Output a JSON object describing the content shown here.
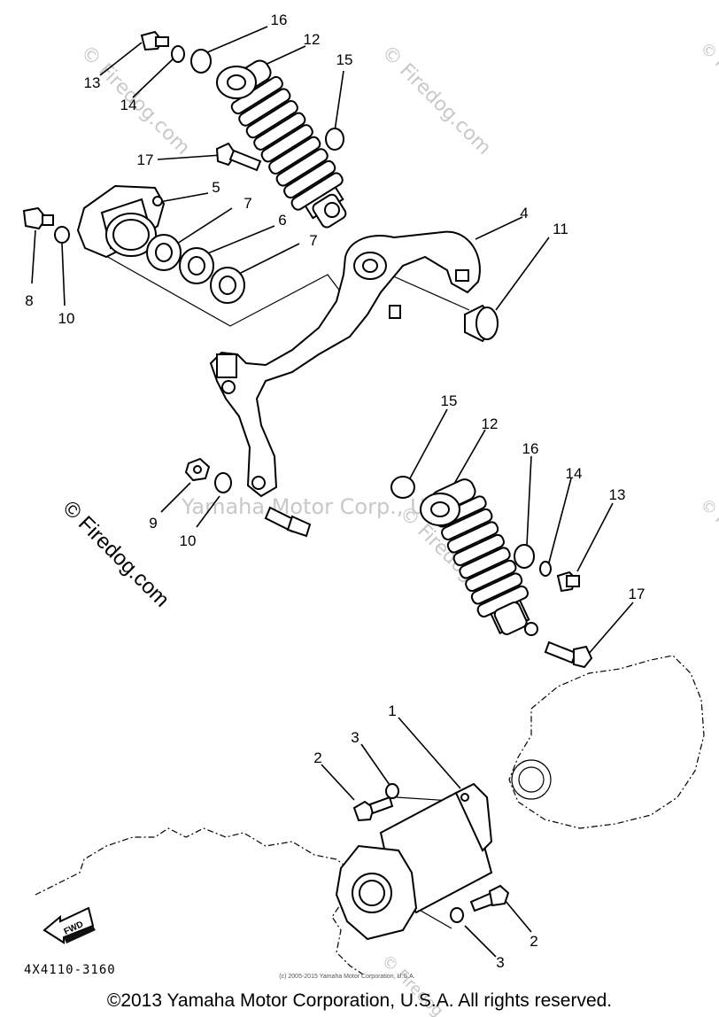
{
  "watermarks": {
    "firedog": "© Firedog.com",
    "yamaha": "Yamaha Motor Corp., U.S.A."
  },
  "callouts": [
    "1",
    "2",
    "2",
    "3",
    "3",
    "4",
    "5",
    "6",
    "7",
    "7",
    "8",
    "9",
    "10",
    "10",
    "11",
    "12",
    "12",
    "13",
    "13",
    "14",
    "14",
    "15",
    "15",
    "16",
    "16",
    "17",
    "17"
  ],
  "fwd_label": "FWD",
  "diagram_code": "4X4110-3160",
  "small_notice": "(c) 2005-2015 Yamaha Motor Corporation, U.S.A.",
  "footer_copyright": "©2013 Yamaha Motor Corporation, U.S.A. All rights reserved."
}
